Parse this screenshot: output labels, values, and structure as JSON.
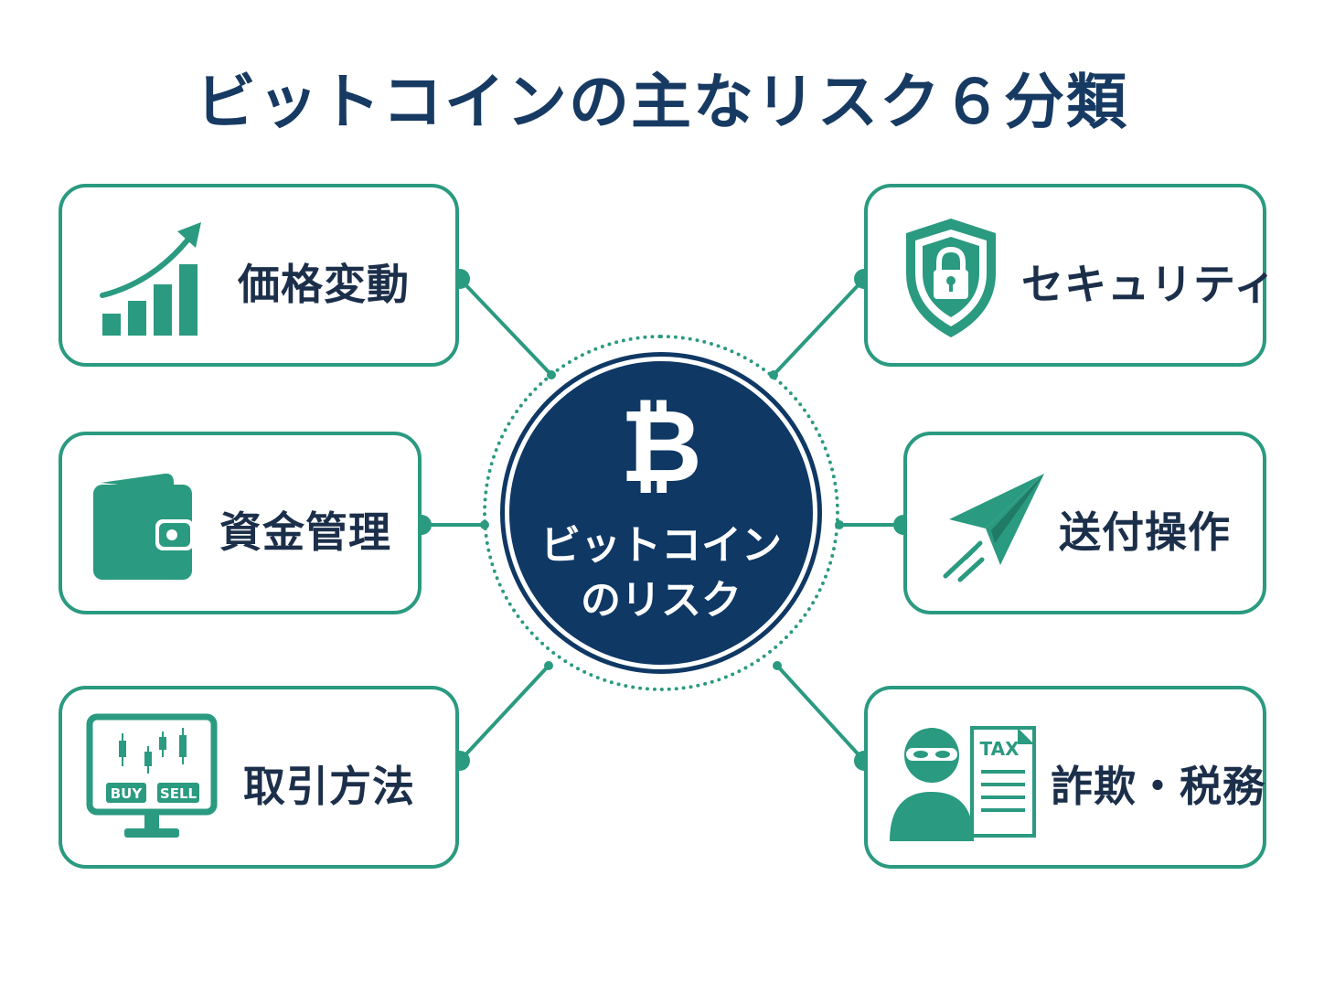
{
  "title": "ビットコインの主なリスク６分類",
  "center": {
    "symbol": "₿",
    "line1": "ビットコイン",
    "line2": "のリスク"
  },
  "categories": [
    {
      "label": "価格変動",
      "icon": "growth-chart-icon"
    },
    {
      "label": "資金管理",
      "icon": "wallet-icon"
    },
    {
      "label": "取引方法",
      "icon": "trading-monitor-icon",
      "buy": "BUY",
      "sell": "SELL"
    },
    {
      "label": "セキュリティ",
      "icon": "shield-lock-icon"
    },
    {
      "label": "送付操作",
      "icon": "paper-plane-icon"
    },
    {
      "label": "詐欺・税務",
      "icon": "fraud-tax-icon",
      "tax": "TAX"
    }
  ],
  "colors": {
    "accent": "#2a9a80",
    "navy": "#0f3864",
    "title": "#173a63",
    "text": "#1c2f4a"
  }
}
